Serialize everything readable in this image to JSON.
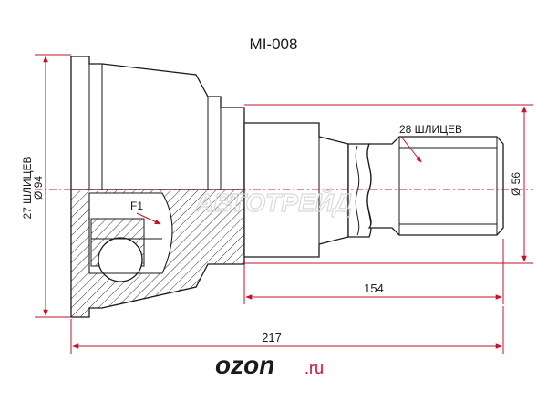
{
  "diagram": {
    "part_number": "MI-008",
    "labels": {
      "outer_splines": "28 ШЛИЦЕВ",
      "inner_splines": "27 ШЛИЦЕВ",
      "outer_diameter": "Ø 94",
      "shaft_diameter": "Ø 56",
      "shaft_length": "154",
      "total_length": "217",
      "f1": "F1"
    },
    "watermark": "АВТОТРЕЙД",
    "brand": {
      "name": "ozon",
      "suffix": ".ru"
    },
    "colors": {
      "dimension_line": "#c8102e",
      "outline": "#1a1a1a",
      "watermark": "#d9d9d9",
      "brand": "#1a1a1a",
      "brand_suffix": "#c8102e"
    }
  }
}
